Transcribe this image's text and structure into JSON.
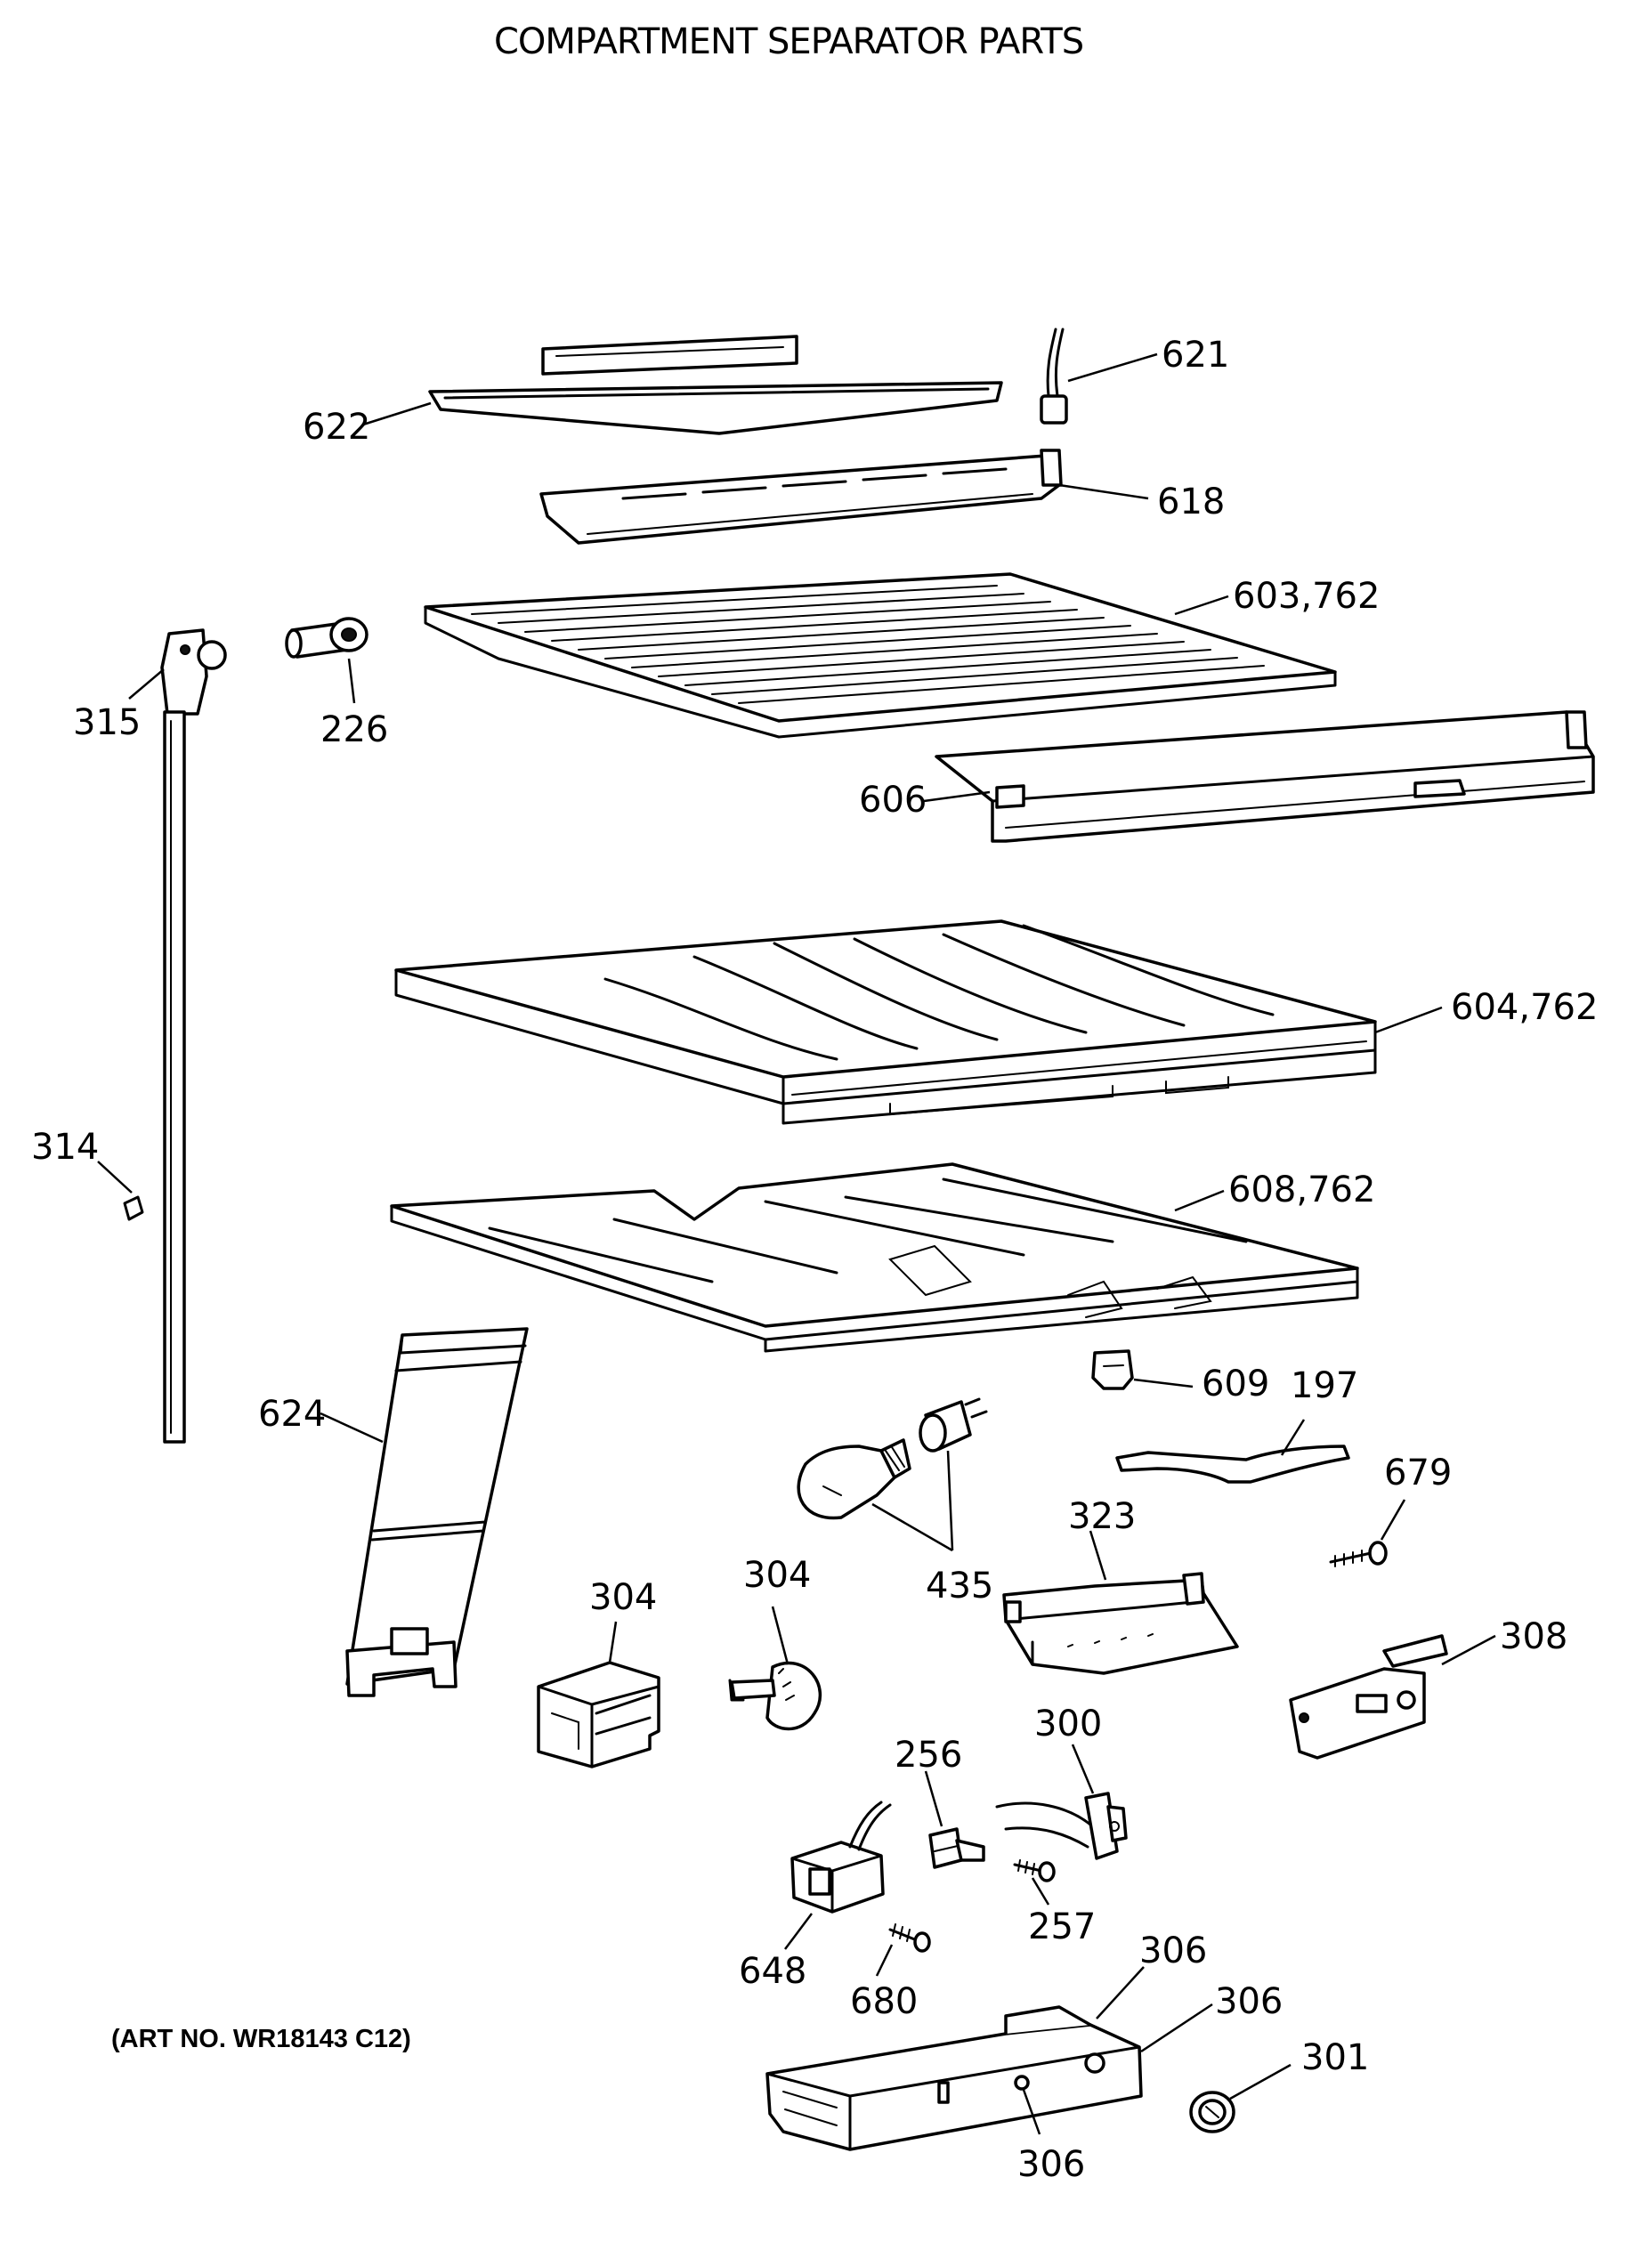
{
  "title": "COMPARTMENT SEPARATOR PARTS",
  "art_number": "(ART NO. WR18143 C12)",
  "callouts": {
    "c621": "621",
    "c622": "622",
    "c618": "618",
    "c603": "603,762",
    "c315": "315",
    "c226": "226",
    "c606": "606",
    "c604": "604,762",
    "c314": "314",
    "c608": "608,762",
    "c624": "624",
    "c609": "609",
    "c197": "197",
    "c679": "679",
    "c435": "435",
    "c323": "323",
    "c304a": "304",
    "c304b": "304",
    "c308": "308",
    "c256": "256",
    "c300": "300",
    "c257": "257",
    "c648": "648",
    "c680": "680",
    "c306a": "306",
    "c306b": "306",
    "c306c": "306",
    "c301": "301"
  }
}
